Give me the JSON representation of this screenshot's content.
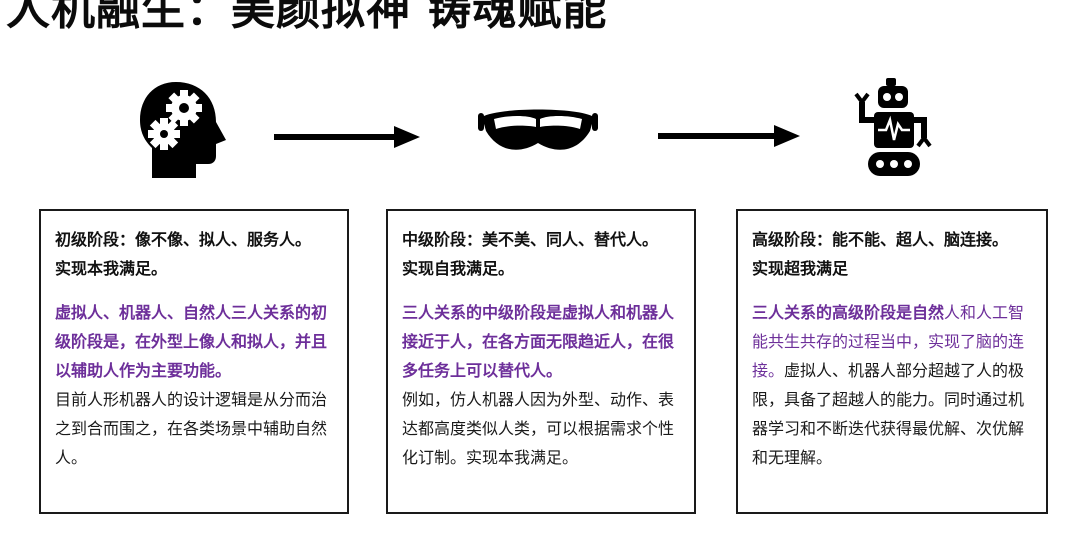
{
  "title": "人机融生：美颜拟神 铸魂赋能",
  "icons": [
    "head-gears-icon",
    "vr-headset-icon",
    "robot-icon"
  ],
  "cards": [
    {
      "heading_line1": "初级阶段：像不像、拟人、服务人。",
      "heading_line2": "实现本我满足。",
      "highlight": "虚拟人、机器人、自然人三人关系的初级阶段是，在外型上像人和拟人，并且以辅助人作为主要功能。",
      "body": "目前人形机器人的设计逻辑是从分而治之到合而围之，在各类场景中辅助自然人。"
    },
    {
      "heading_line1": "中级阶段：美不美、同人、替代人。",
      "heading_line2": "实现自我满足。",
      "highlight": "三人关系的中级阶段是虚拟人和机器人接近于人，在各方面无限趋近人，在很多任务上可以替代人。",
      "body": "例如，仿人机器人因为外型、动作、表达都高度类似人类，可以根据需求个性化订制。实现本我满足。"
    },
    {
      "heading_line1": "高级阶段：能不能、超人、脑连接。",
      "heading_line2": "实现超我满足",
      "highlight": "三人关系的高级阶段是自然",
      "highlight_rest": "人和人工智能共生共存的过程当中，实现了脑的连接。",
      "body": "虚拟人、机器人部分超越了人的极限，具备了超越人的能力。同时通过机器学习和不断迭代获得最优解、次优解和无理解。"
    }
  ]
}
